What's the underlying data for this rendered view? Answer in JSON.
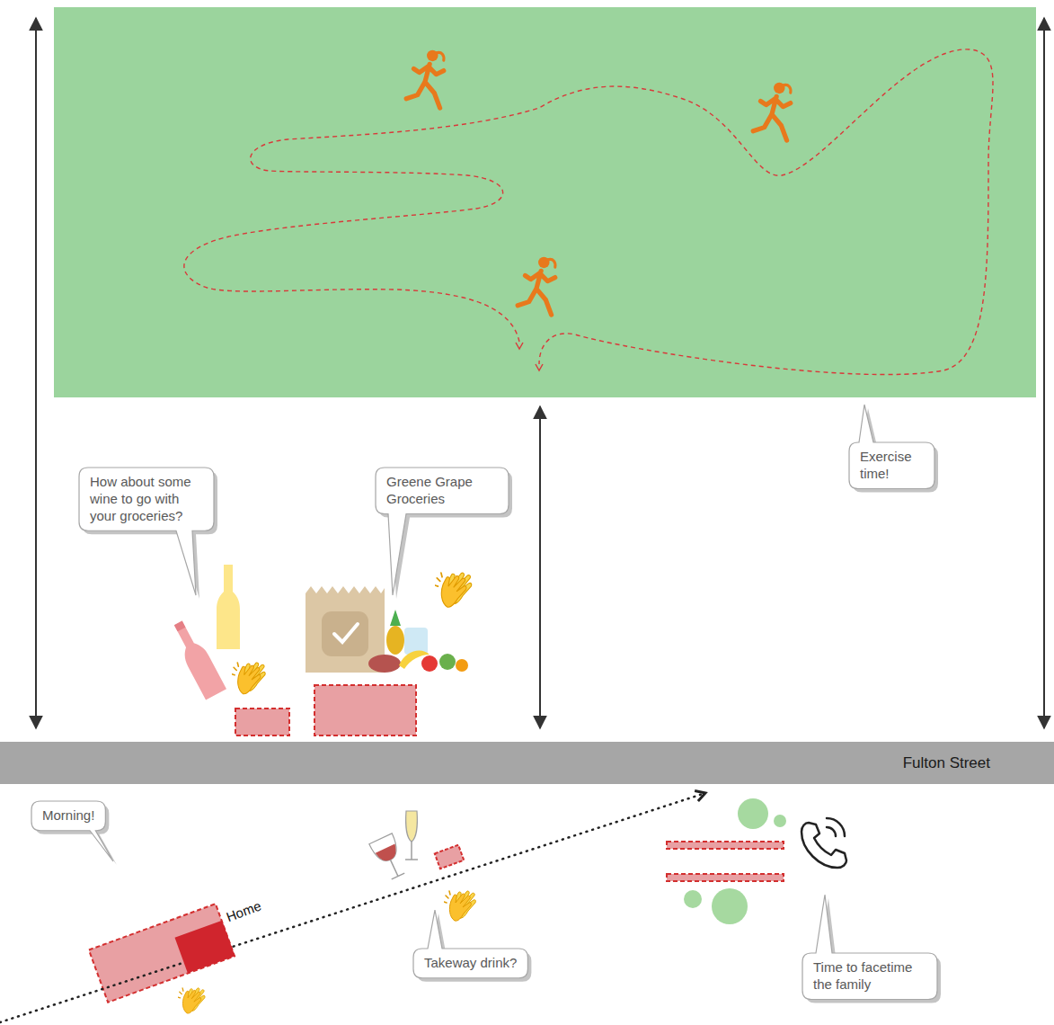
{
  "diagram": {
    "nodes": [
      {
        "text": [
          "How about some wine to go with your groceries?"
        ]
      },
      {
        "text": [
          "Greene Grape Groceries"
        ]
      },
      {
        "text": [
          "Exercise time!"
        ]
      },
      {
        "text": [
          "Fulton Street"
        ]
      },
      {
        "text": [
          "Morning!"
        ]
      },
      {
        "text": [
          "Home"
        ]
      },
      {
        "text": [
          "Takeway drink?"
        ]
      },
      {
        "text": [
          "Time to facetime the family"
        ]
      }
    ]
  }
}
